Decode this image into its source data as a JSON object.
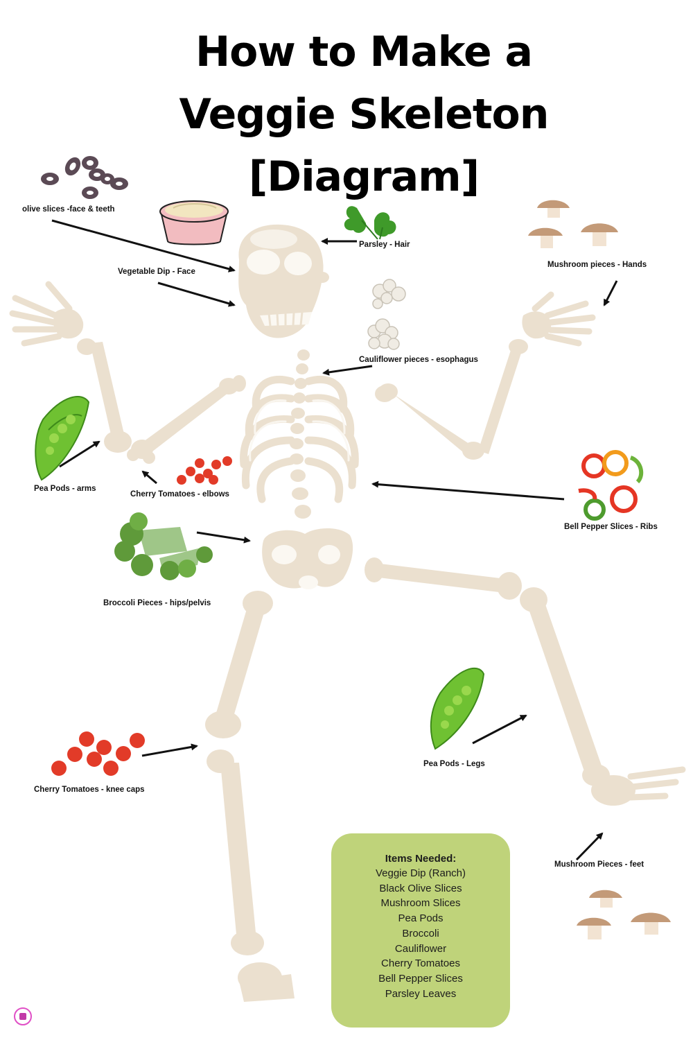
{
  "title": {
    "line1": "How to Make a",
    "line2": "Veggie Skeleton",
    "line3": "[Diagram]"
  },
  "labels": {
    "olive": "olive slices -face & teeth",
    "dip": "Vegetable Dip - Face",
    "parsley": "Parsley - Hair",
    "mushroom_hands": "Mushroom pieces - Hands",
    "cauliflower": "Cauliflower pieces - esophagus",
    "pea_arms": "Pea Pods - arms",
    "cherry_elbows": "Cherry Tomatoes - elbows",
    "bell_ribs": "Bell Pepper Slices - Ribs",
    "broccoli": "Broccoli Pieces - hips/pelvis",
    "pea_legs": "Pea Pods - Legs",
    "cherry_knees": "Cherry Tomatoes - knee caps",
    "mushroom_feet": "Mushroom Pieces - feet"
  },
  "items": {
    "heading": "Items Needed:",
    "list": [
      "Veggie Dip (Ranch)",
      "Black Olive Slices",
      "Mushroom Slices",
      "Pea Pods",
      "Broccoli",
      "Cauliflower",
      "Cherry Tomatoes",
      "Bell Pepper Slices",
      "Parsley Leaves"
    ]
  },
  "colors": {
    "bone": "#ebe0cf",
    "bone_highlight": "#fbf8f2",
    "items_box": "#bfd37a",
    "arrow": "#111111"
  },
  "icons": [
    "skeleton-illustration",
    "olive-slices-icon",
    "dip-bowl-icon",
    "parsley-icon",
    "mushroom-icon",
    "cauliflower-icon",
    "pea-pod-icon",
    "cherry-tomato-icon",
    "bell-pepper-icon",
    "broccoli-icon",
    "logo-icon"
  ]
}
